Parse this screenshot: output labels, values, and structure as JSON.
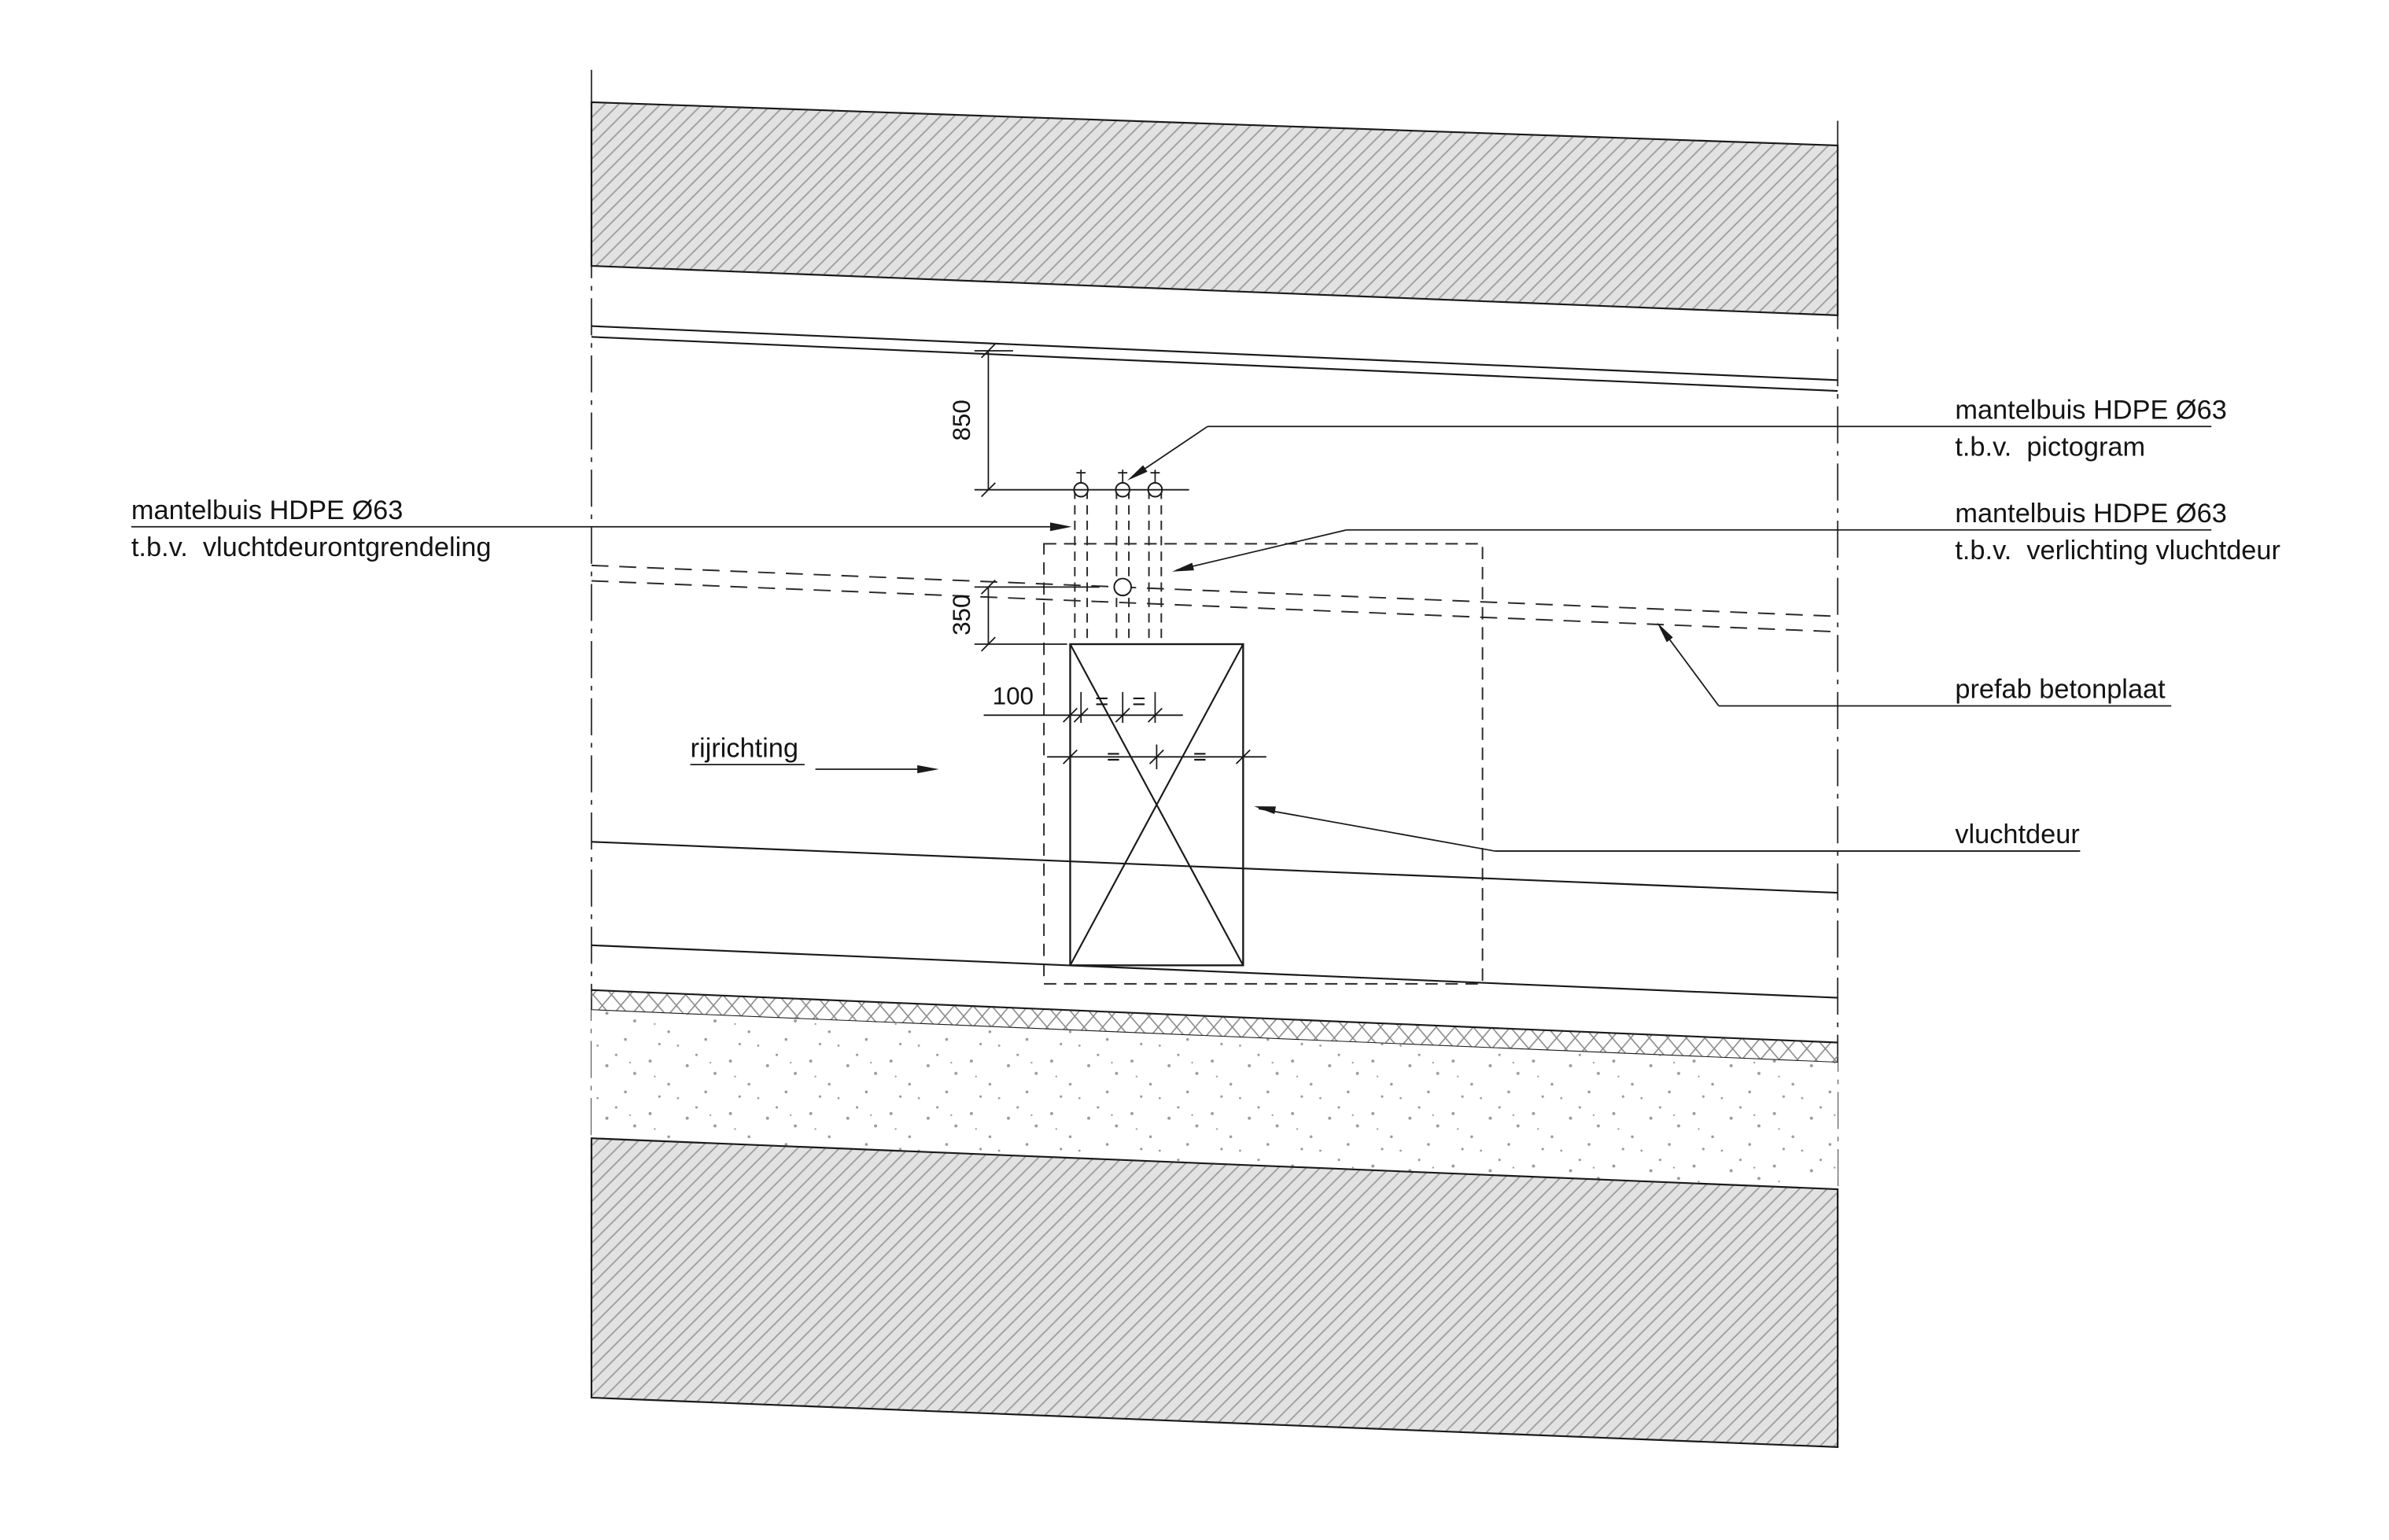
{
  "drawing": {
    "labels": {
      "left_conduit": {
        "line1": "mantelbuis HDPE Ø63",
        "line2": "t.b.v.  vluchtdeurontgrendeling"
      },
      "pictogram": {
        "line1": "mantelbuis HDPE Ø63",
        "line2": "t.b.v.  pictogram"
      },
      "lighting": {
        "line1": "mantelbuis HDPE Ø63",
        "line2": "t.b.v.  verlichting vluchtdeur"
      },
      "prefab_plate": "prefab betonplaat",
      "escape_door": "vluchtdeur",
      "drive_direction": "rijrichting"
    },
    "dimensions": {
      "dim_850": "850",
      "dim_350": "350",
      "dim_100": "100",
      "equal": "="
    },
    "colors": {
      "line": "#1a1a1a",
      "hatch_fill": "#e2e2e2",
      "hatch_line": "#a0a0a0",
      "background": "#ffffff"
    }
  }
}
